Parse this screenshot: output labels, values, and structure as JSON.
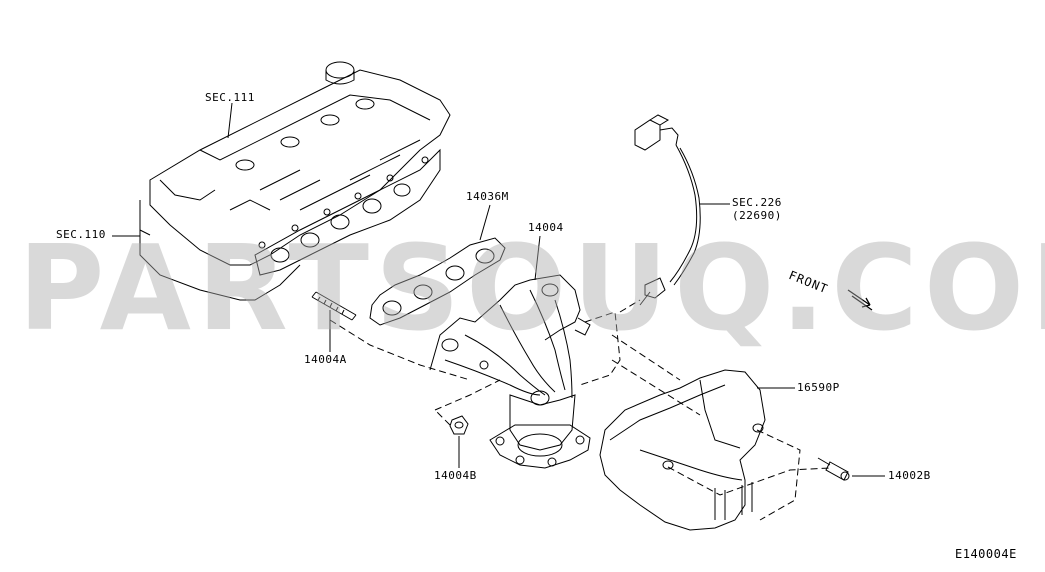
{
  "watermark": "PARTSOUQ.COM",
  "labels": {
    "sec111": "SEC.111",
    "sec110": "SEC.110",
    "p14036m": "14036M",
    "p14004": "14004",
    "sec226": "SEC.226",
    "sec226_sub": "(22690)",
    "p14004a": "14004A",
    "p14004b": "14004B",
    "p16590p": "16590P",
    "p14002b": "14002B",
    "front": "FRONT",
    "figure_id": "E140004E"
  },
  "colors": {
    "line": "#000000",
    "watermark": "#aaaaaa"
  }
}
